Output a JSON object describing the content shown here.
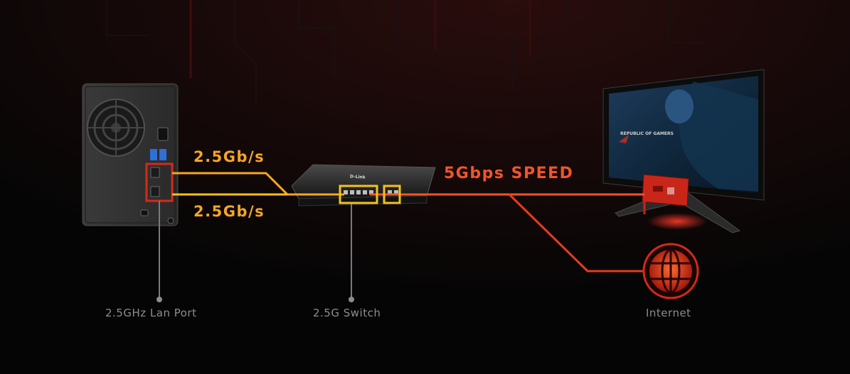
{
  "diagram": {
    "link_rate_top": "2.5Gb/s",
    "link_rate_bottom": "2.5Gb/s",
    "speed_label": "5Gbps SPEED",
    "nas_caption": "2.5GHz Lan Port",
    "switch_caption": "2.5G Switch",
    "internet_caption": "Internet",
    "switch_brand": "D-Link",
    "monitor_brand": "REPUBLIC OF GAMERS"
  },
  "colors": {
    "link_orange": "#f5a623",
    "link_yellow": "#f3c21a",
    "speed_red": "#e83a1c",
    "highlight_red": "#d42a1a",
    "caption_grey": "#8d8d8d",
    "background": "#050505"
  },
  "icons": [
    "nas-icon",
    "switch-icon",
    "monitor-icon",
    "network-card-icon",
    "internet-globe-icon"
  ]
}
